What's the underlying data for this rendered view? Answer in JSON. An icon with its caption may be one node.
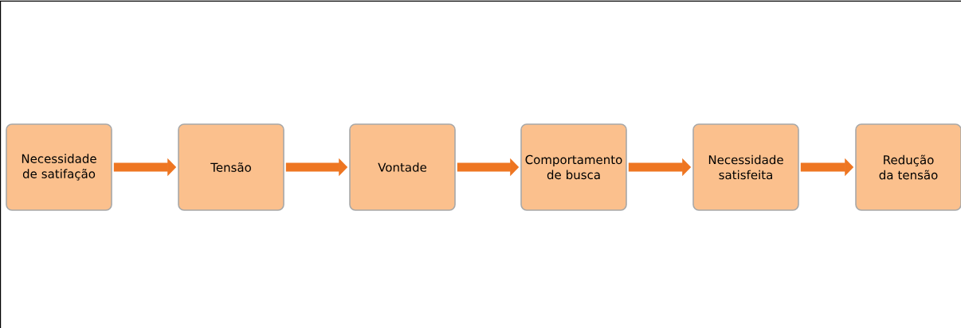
{
  "diagram": {
    "nodes": [
      {
        "text": [
          "Necessidade de satifação"
        ]
      },
      {
        "text": [
          "Tensão"
        ]
      },
      {
        "text": [
          "Vontade"
        ]
      },
      {
        "text": [
          "Comportamento de busca"
        ]
      },
      {
        "text": [
          "Necessidade satisfeita"
        ]
      },
      {
        "text": [
          "Redução da tensão"
        ]
      }
    ],
    "edges": [
      {
        "from": 0,
        "to": 1,
        "arrow": "to"
      },
      {
        "from": 1,
        "to": 2,
        "arrow": "to"
      },
      {
        "from": 2,
        "to": 3,
        "arrow": "to"
      },
      {
        "from": 3,
        "to": 4,
        "arrow": "to"
      },
      {
        "from": 4,
        "to": 5,
        "arrow": "to"
      }
    ]
  }
}
